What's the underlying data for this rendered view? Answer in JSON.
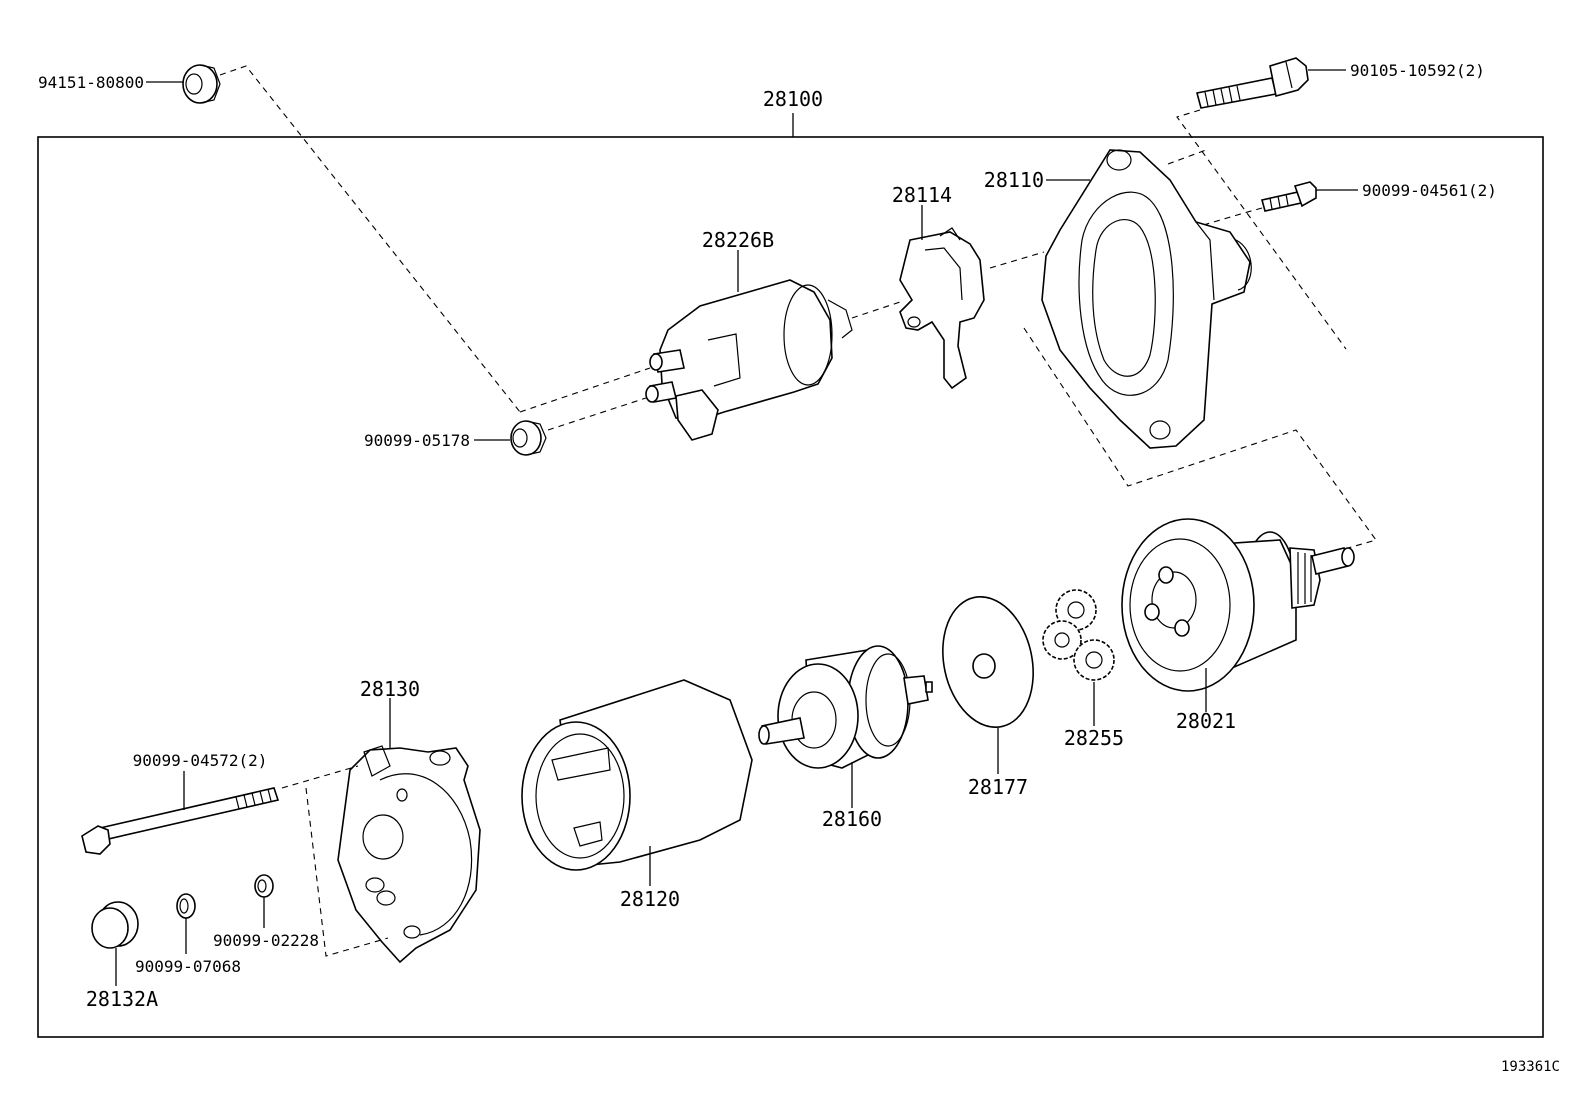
{
  "assembly": {
    "label": "28100"
  },
  "parts": {
    "nut_94151": "94151-80800",
    "bolt_90105": "90105-10592(2)",
    "bolt_90099_04561": "90099-04561(2)",
    "housing_28110": "28110",
    "lever_28114": "28114",
    "solenoid_28226B": "28226B",
    "nut_90099_05178": "90099-05178",
    "clutch_28021": "28021",
    "gears_28255": "28255",
    "plate_28177": "28177",
    "armature_28160": "28160",
    "yoke_28120": "28120",
    "end_frame_28130": "28130",
    "bolt_90099_04572": "90099-04572(2)",
    "cap_28132A": "28132A",
    "ring_90099_07068": "90099-07068",
    "washer_90099_02228": "90099-02228"
  },
  "diagram_id": "193361C"
}
